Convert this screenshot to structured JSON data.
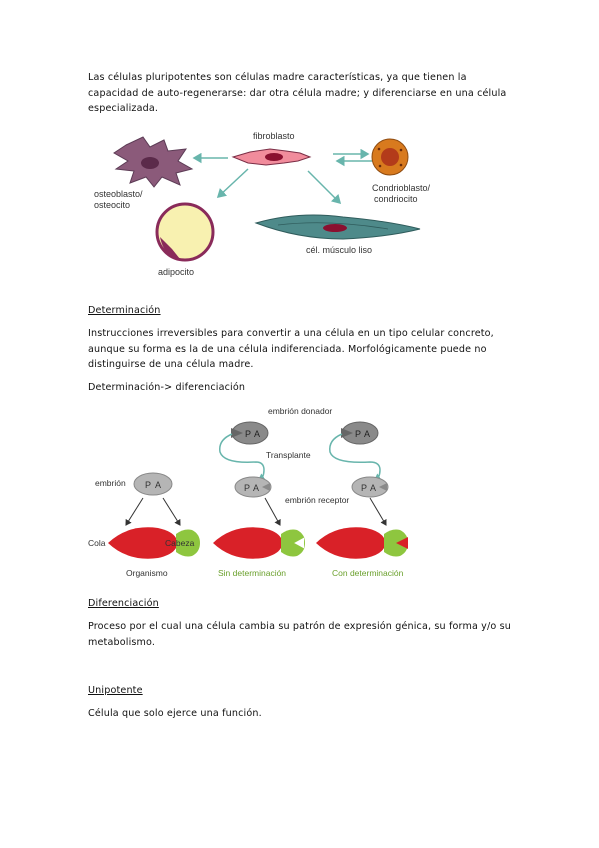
{
  "intro": "Las células pluripotentes son células madre características, ya que tienen la capacidad de auto-regenerarse: dar otra célula madre; y diferenciarse en una célula especializada.",
  "fig1": {
    "fibroblast": "fibroblasto",
    "osteo_1": "osteoblasto/",
    "osteo_2": "osteocito",
    "chondro_1": "Condrioblasto/",
    "chondro_2": "condriocito",
    "adipocyte": "adipocito",
    "smooth_muscle": "cél. músculo liso"
  },
  "sec_determinacion": {
    "heading": "Determinación",
    "body": "Instrucciones irreversibles para convertir a una célula en un tipo celular concreto, aunque su forma es la de una célula indiferenciada. Morfológicamente puede no distinguirse de una célula madre."
  },
  "subheading_det_diff": "Determinación-> diferenciación",
  "fig2": {
    "donor_embryo": "embrión donador",
    "transplant": "Transplante",
    "embryo": "embrión",
    "recipient_embryo": "embrión receptor",
    "p": "P",
    "a": "A",
    "tail": "Cola",
    "head": "Cabeza",
    "organism": "Organismo",
    "no_determination": "Sin determinación",
    "with_determination": "Con determinación"
  },
  "sec_diferenciacion": {
    "heading": "Diferenciación",
    "body": "Proceso por el cual una célula cambia su patrón de expresión génica, su forma y/o su metabolismo."
  },
  "sec_unipotente": {
    "heading": "Unipotente",
    "body": "Célula que solo ejerce una función."
  },
  "colors": {
    "red": "#d92128",
    "green": "#8ec63f",
    "arrow_teal": "#68b5ac",
    "grey": "#b5b5b5",
    "dark_grey": "#8a8a8a",
    "green_label": "#6aa02c"
  }
}
